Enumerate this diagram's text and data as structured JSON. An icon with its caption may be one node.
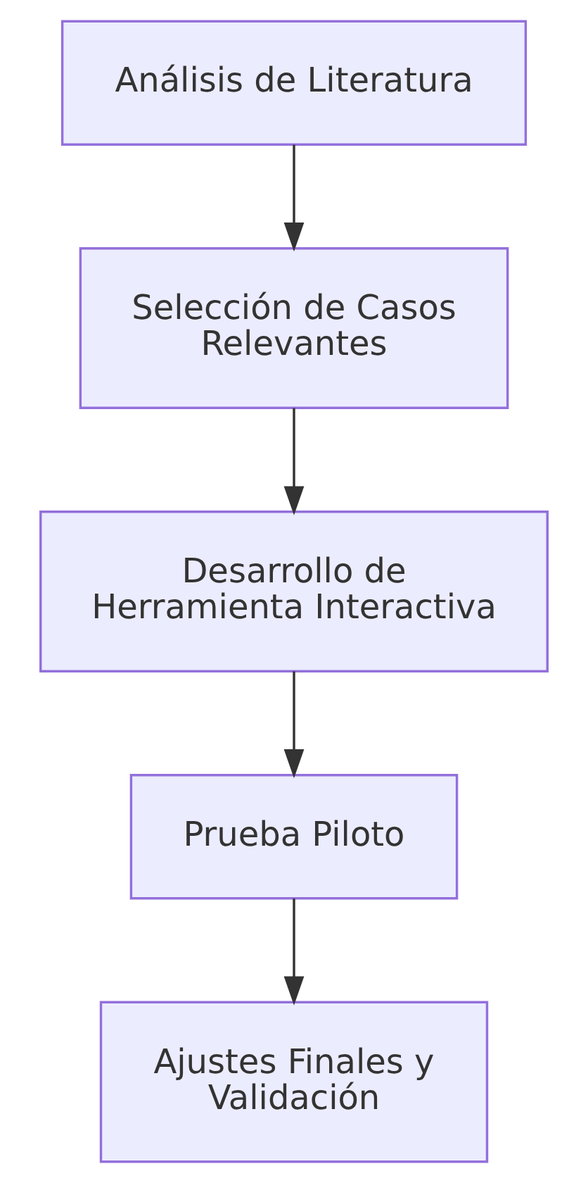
{
  "diagram": {
    "nodes": [
      {
        "text": [
          "Análisis de Literatura"
        ]
      },
      {
        "text": [
          "Selección de Casos Relevantes"
        ]
      },
      {
        "text": [
          "Desarrollo de Herramienta Interactiva"
        ]
      },
      {
        "text": [
          "Prueba Piloto"
        ]
      },
      {
        "text": [
          "Ajustes Finales y Validación"
        ]
      }
    ],
    "edges": [
      {
        "from": 0,
        "to": 1,
        "arrow": "to"
      },
      {
        "from": 1,
        "to": 2,
        "arrow": "to"
      },
      {
        "from": 2,
        "to": 3,
        "arrow": "to"
      },
      {
        "from": 3,
        "to": 4,
        "arrow": "to"
      }
    ]
  }
}
